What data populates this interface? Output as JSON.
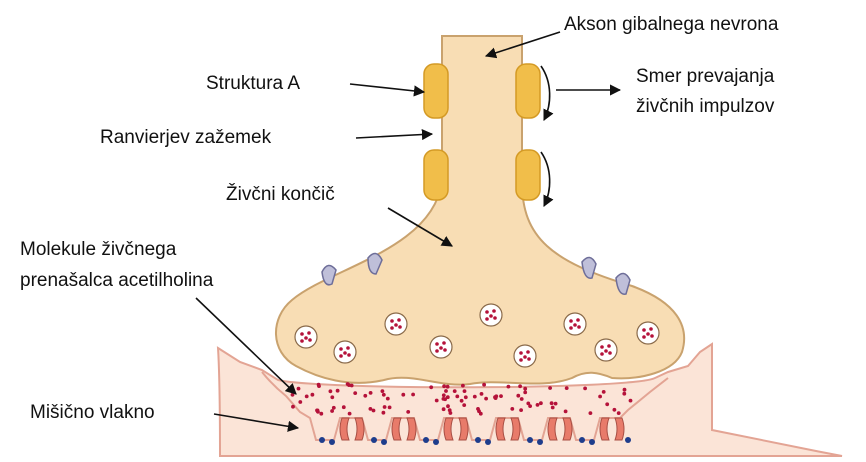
{
  "labels": {
    "axon": "Akson gibalnega nevrona",
    "structure_a": "Struktura A",
    "node": "Ranvierjev zažemek",
    "direction_line1": "Smer prevajanja",
    "direction_line2": "živčnih impulzov",
    "terminal": "Živčni končič",
    "molecules_line1": "Molekule živčnega",
    "molecules_line2": "prenašalca acetilholina",
    "muscle": "Mišično vlakno"
  },
  "colors": {
    "neuron_fill": "#F8DDB4",
    "neuron_stroke": "#C9A26E",
    "myelin": "#F1BE4A",
    "muscle_fill": "#FBE4D7",
    "muscle_stroke": "#E3A494",
    "vesicle_dot": "#B5123A",
    "receptor": "#E87B6A",
    "blue_dot": "#1E3D8C",
    "transporter": "#BFBFD9"
  }
}
